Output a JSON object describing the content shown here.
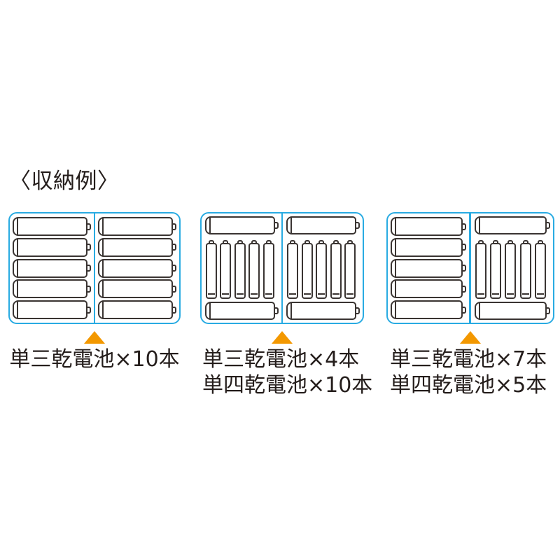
{
  "title": "〈収納例〉",
  "colors": {
    "case_border": "#29ABE2",
    "divider": "#29ABE2",
    "pointer_triangle": "#F39800",
    "battery_outline": "#3A3432",
    "text": "#251E1C",
    "background": "#FFFFFF"
  },
  "cases": [
    {
      "name": "storage-example-aa10",
      "halves": [
        {
          "kind": "aa-stack",
          "aa_count": 5
        },
        {
          "kind": "aa-stack",
          "aa_count": 5
        }
      ],
      "label_lines": [
        "単三乾電池×10本"
      ],
      "contents": {
        "aa_total": 10,
        "aaa_total": 0
      }
    },
    {
      "name": "storage-example-aa4-aaa10",
      "halves": [
        {
          "kind": "sandwich",
          "aa_top": 1,
          "aaa_count": 5,
          "aa_bottom": 1
        },
        {
          "kind": "sandwich",
          "aa_top": 1,
          "aaa_count": 5,
          "aa_bottom": 1
        }
      ],
      "label_lines": [
        "単三乾電池×4本",
        "単四乾電池×10本"
      ],
      "contents": {
        "aa_total": 4,
        "aaa_total": 10
      }
    },
    {
      "name": "storage-example-aa7-aaa5",
      "halves": [
        {
          "kind": "aa-stack",
          "aa_count": 5
        },
        {
          "kind": "sandwich",
          "aa_top": 1,
          "aaa_count": 5,
          "aa_bottom": 1
        }
      ],
      "label_lines": [
        "単三乾電池×7本",
        "単四乾電池×5本"
      ],
      "contents": {
        "aa_total": 7,
        "aaa_total": 5
      }
    }
  ]
}
